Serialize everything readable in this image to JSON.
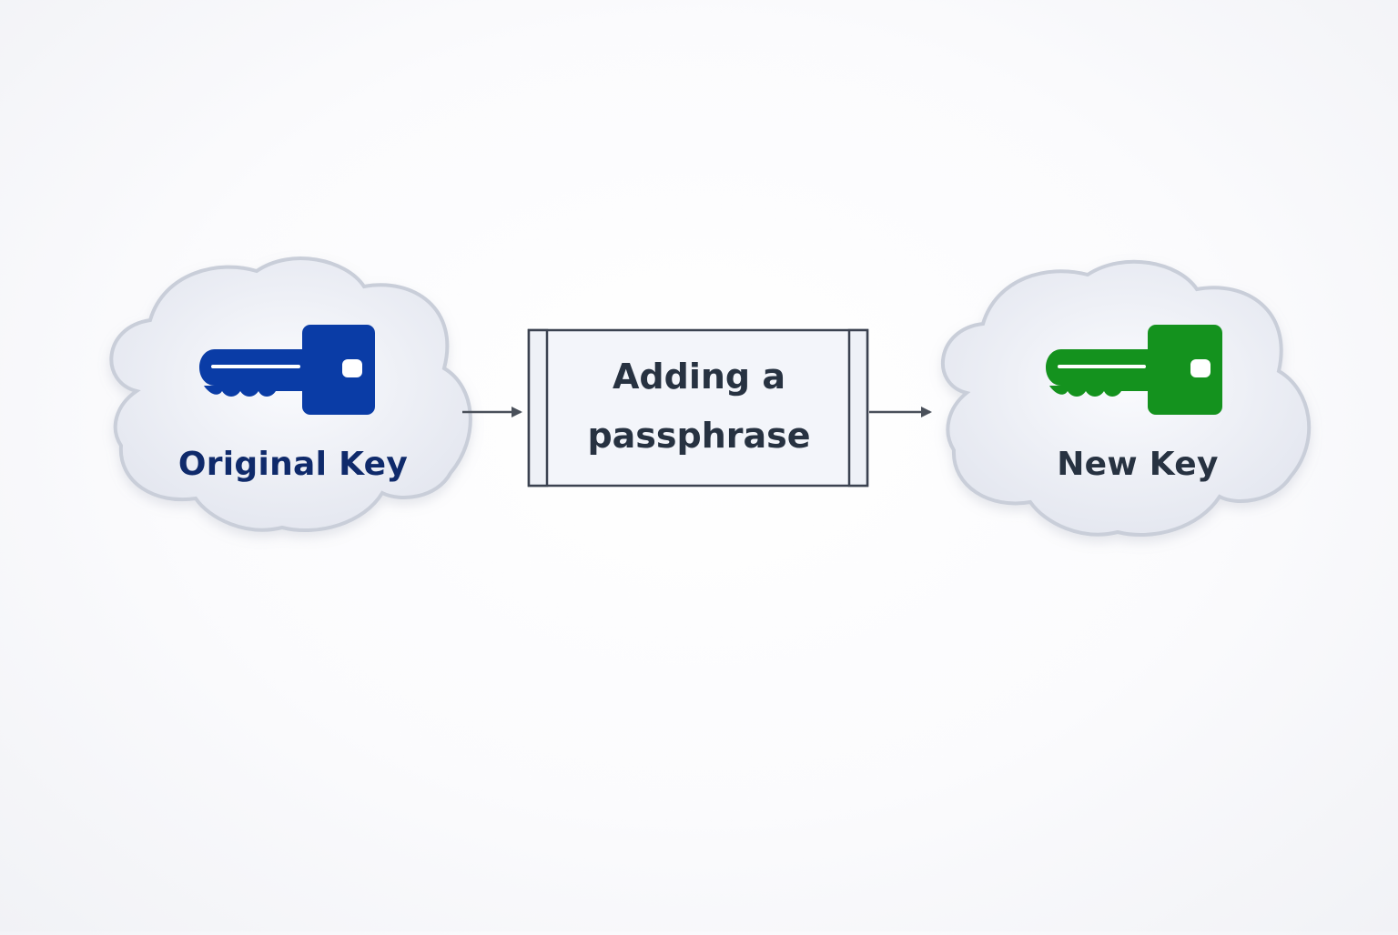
{
  "diagram": {
    "nodes": [
      {
        "id": "original",
        "label": "Original Key",
        "icon": "key-icon",
        "icon_color": "#0a3ca6",
        "text_color": "#0f2a6b"
      },
      {
        "id": "process",
        "label_lines": [
          "Adding a",
          "passphrase"
        ],
        "text_color": "#273241"
      },
      {
        "id": "new",
        "label": "New Key",
        "icon": "key-icon",
        "icon_color": "#14921e",
        "text_color": "#273241"
      }
    ],
    "edges": [
      {
        "from": "original",
        "to": "process"
      },
      {
        "from": "process",
        "to": "new"
      }
    ],
    "colors": {
      "cloud_fill": "#eef0f7",
      "cloud_stroke": "#c9ced9",
      "box_fill": "#f3f5fa",
      "box_stroke": "#3b4250",
      "arrow": "#4a505a"
    }
  }
}
